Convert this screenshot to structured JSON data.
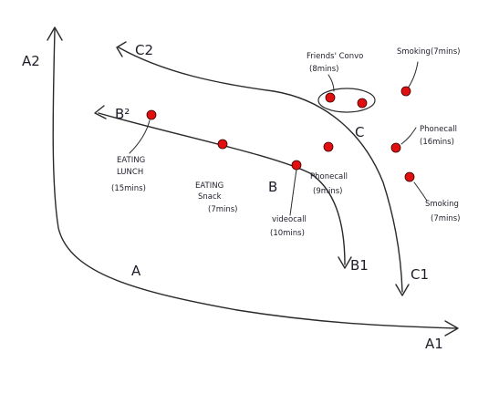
{
  "axes": {
    "horizontal": "A1",
    "vertical": "A2",
    "curve_a": "A"
  },
  "curves": {
    "b_top": "B²",
    "b_bottom": "B1",
    "b_label": "B",
    "c_top": "C2",
    "c_bottom": "C1",
    "c_label": "C"
  },
  "activities": {
    "eating_lunch": [
      "EATING",
      "LUNCH",
      "(15mins)"
    ],
    "eating_snack": [
      "EATING",
      "Snack",
      "(7mins)"
    ],
    "videocall": [
      "videocall",
      "(10mins)"
    ],
    "phonecall_b": [
      "Phonecall",
      "(9mins)"
    ],
    "friends_convo": [
      "Friends' Convo",
      "(8mins)"
    ],
    "smoking_top": [
      "Smoking(7mins)"
    ],
    "phonecall_c": [
      "Phonecall",
      "(16mins)"
    ],
    "smoking_bottom": [
      "Smoking",
      "(7mins)"
    ]
  },
  "colors": {
    "ink": "#2a2a2a",
    "dot": "#e01010"
  }
}
